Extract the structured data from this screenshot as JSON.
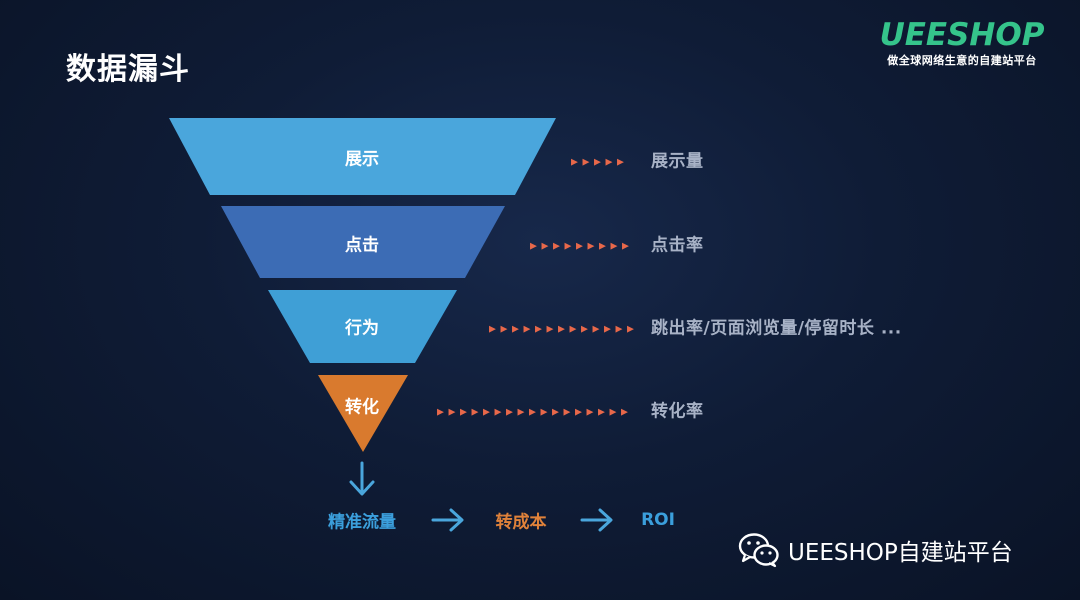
{
  "title": "数据漏斗",
  "logo": {
    "name": "UEESHOP",
    "tagline": "做全球网络生意的自建站平台"
  },
  "stages": [
    {
      "label": "展示",
      "metric": "展示量",
      "color": "#4aa6dc"
    },
    {
      "label": "点击",
      "metric": "点击率",
      "color": "#3c6cb5"
    },
    {
      "label": "行为",
      "metric": "跳出率/页面浏览量/停留时长 ...",
      "color": "#3f9fd6"
    },
    {
      "label": "转化",
      "metric": "转化率",
      "color": "#d97a2e"
    }
  ],
  "flow": [
    {
      "label": "精准流量",
      "color": "#3b9fdc"
    },
    {
      "label": "转成本",
      "color": "#e0823a"
    },
    {
      "label": "ROI",
      "color": "#3b9fdc"
    }
  ],
  "colors": {
    "arrow": "#e8684a",
    "down_arrow": "#4aa6dc",
    "flow_arrow": "#4aa6dc"
  },
  "watermark": {
    "text": "UEESHOP自建站平台",
    "icon": "wechat-icon"
  }
}
